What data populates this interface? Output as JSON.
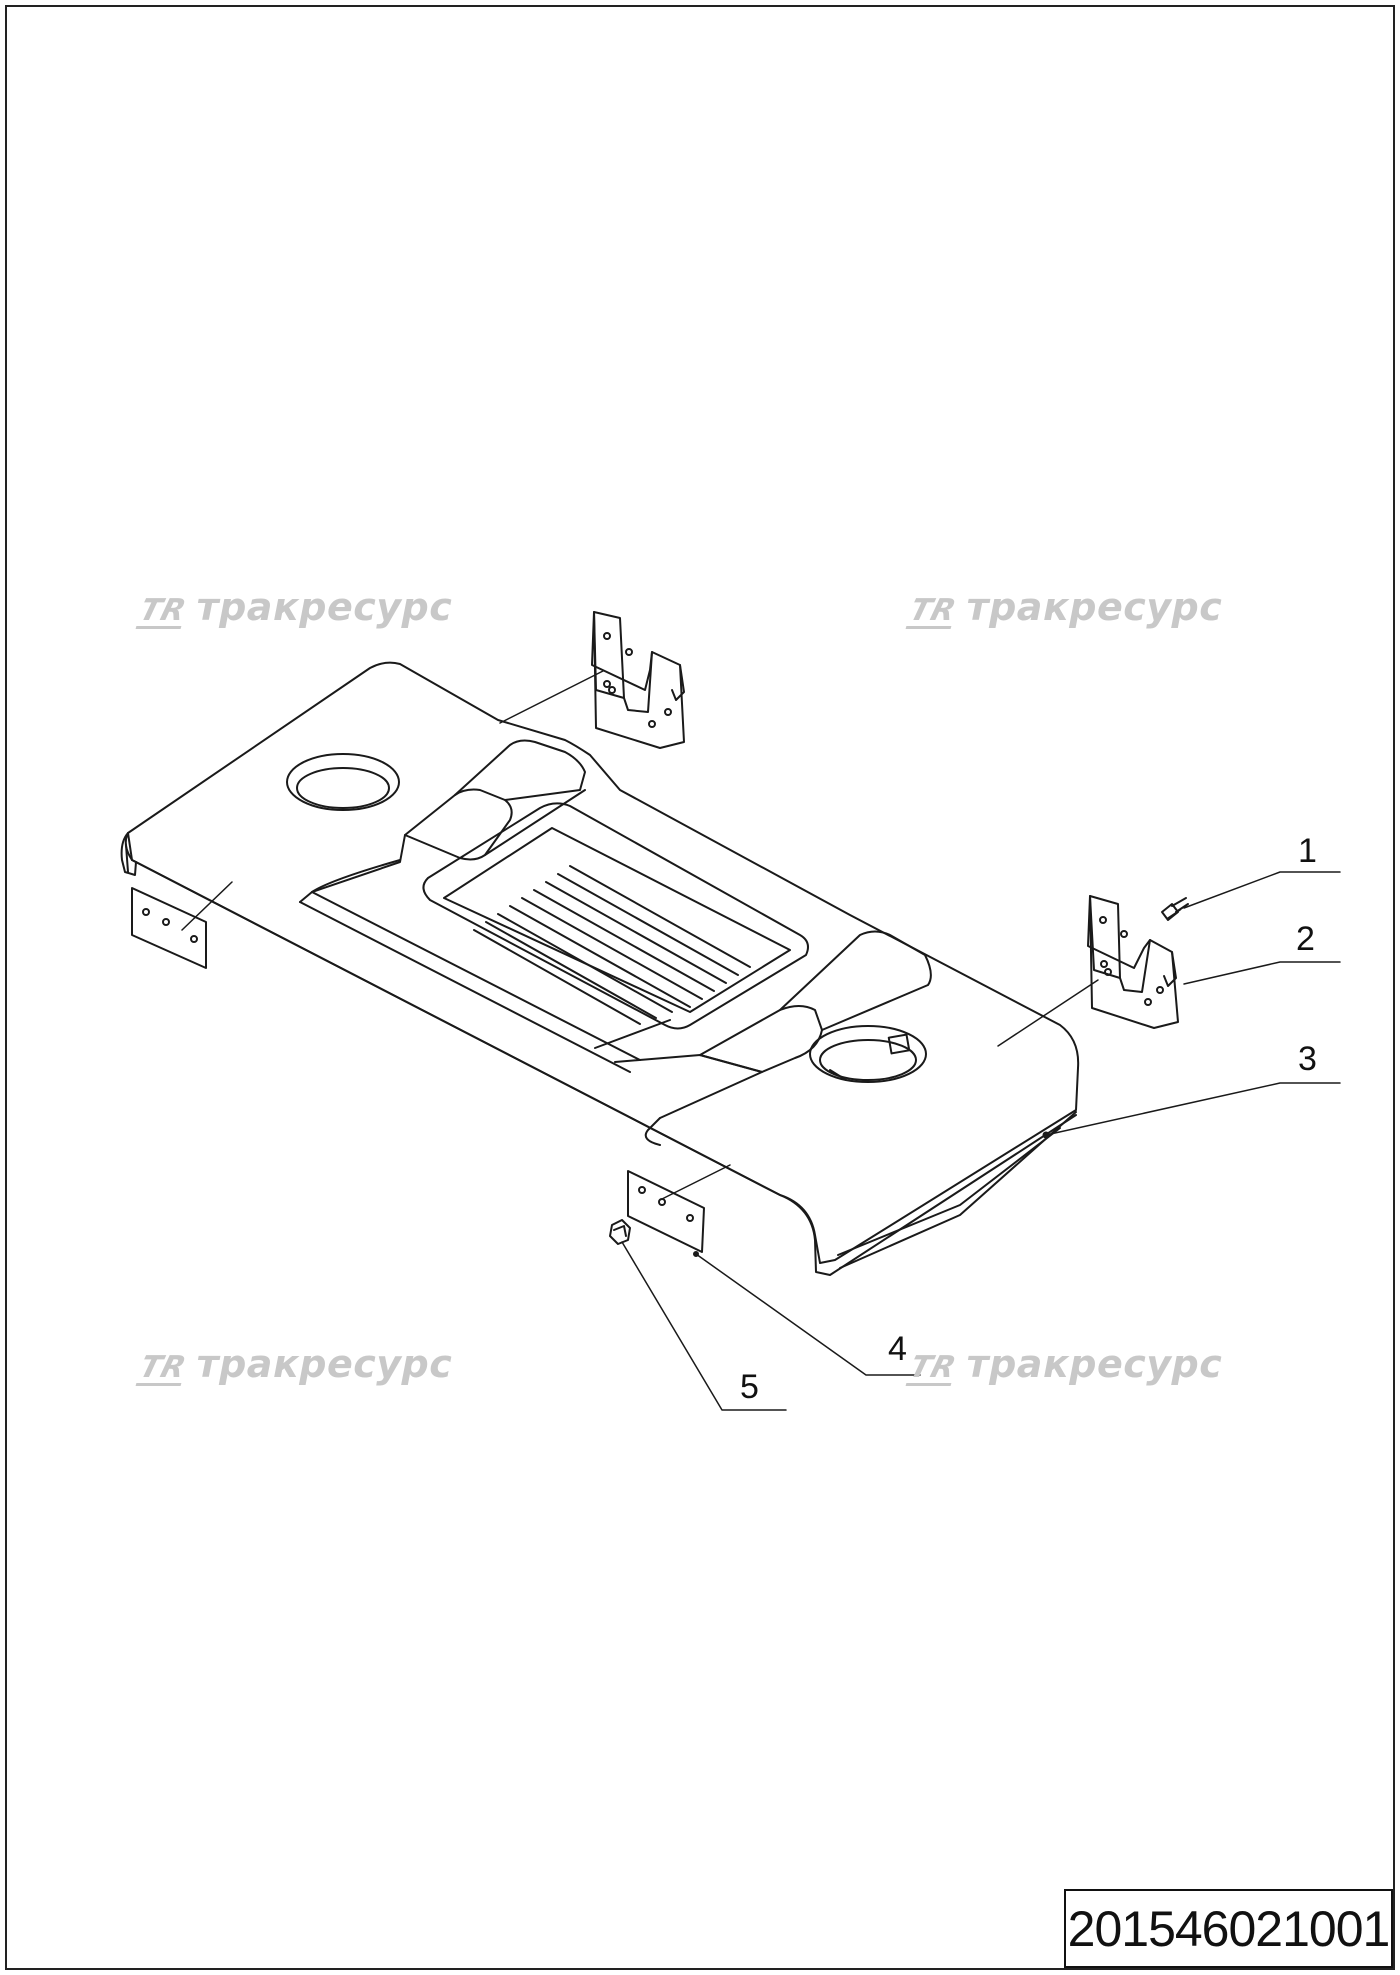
{
  "watermark": {
    "logo": "TR",
    "text": "тракресурс"
  },
  "callouts": [
    {
      "id": "1",
      "label": "1"
    },
    {
      "id": "2",
      "label": "2"
    },
    {
      "id": "3",
      "label": "3"
    },
    {
      "id": "4",
      "label": "4"
    },
    {
      "id": "5",
      "label": "5"
    }
  ],
  "document_number": "201546021001",
  "colors": {
    "line": "#1a1a1a",
    "watermark": "#c8c8c8",
    "background": "#ffffff"
  }
}
